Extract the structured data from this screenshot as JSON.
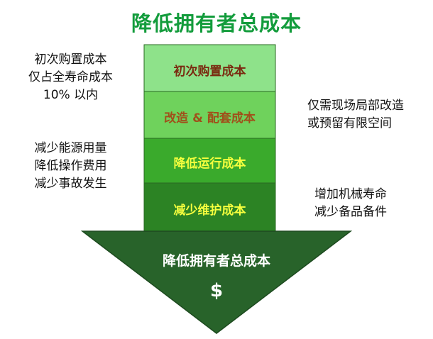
{
  "title": "降低拥有者总成本",
  "blocks": [
    {
      "label": "初次购置成本",
      "color": "#8ee28a",
      "text_color": "#7a2a10"
    },
    {
      "label": "改造 & 配套成本",
      "color": "#6fd25c",
      "text_color": "#a0501a"
    },
    {
      "label": "降低运行成本",
      "color": "#3aaa2c",
      "text_color": "#f6ff3e"
    },
    {
      "label": "减少维护成本",
      "color": "#2c8324",
      "text_color": "#f6ff3e"
    }
  ],
  "arrow": {
    "label": "降低拥有者总成本",
    "symbol": "$",
    "color": "#28632a",
    "border": "#1d4a1f"
  },
  "notes_left": [
    [
      "初次购置成本",
      "仅占全寿命成本",
      "10%  以内"
    ],
    [
      "减少能源用量",
      "降低操作费用",
      "减少事故发生"
    ]
  ],
  "notes_right": [
    [
      "仅需现场局部改造",
      "或预留有限空间"
    ],
    [
      "增加机械寿命",
      "减少备品备件"
    ]
  ]
}
